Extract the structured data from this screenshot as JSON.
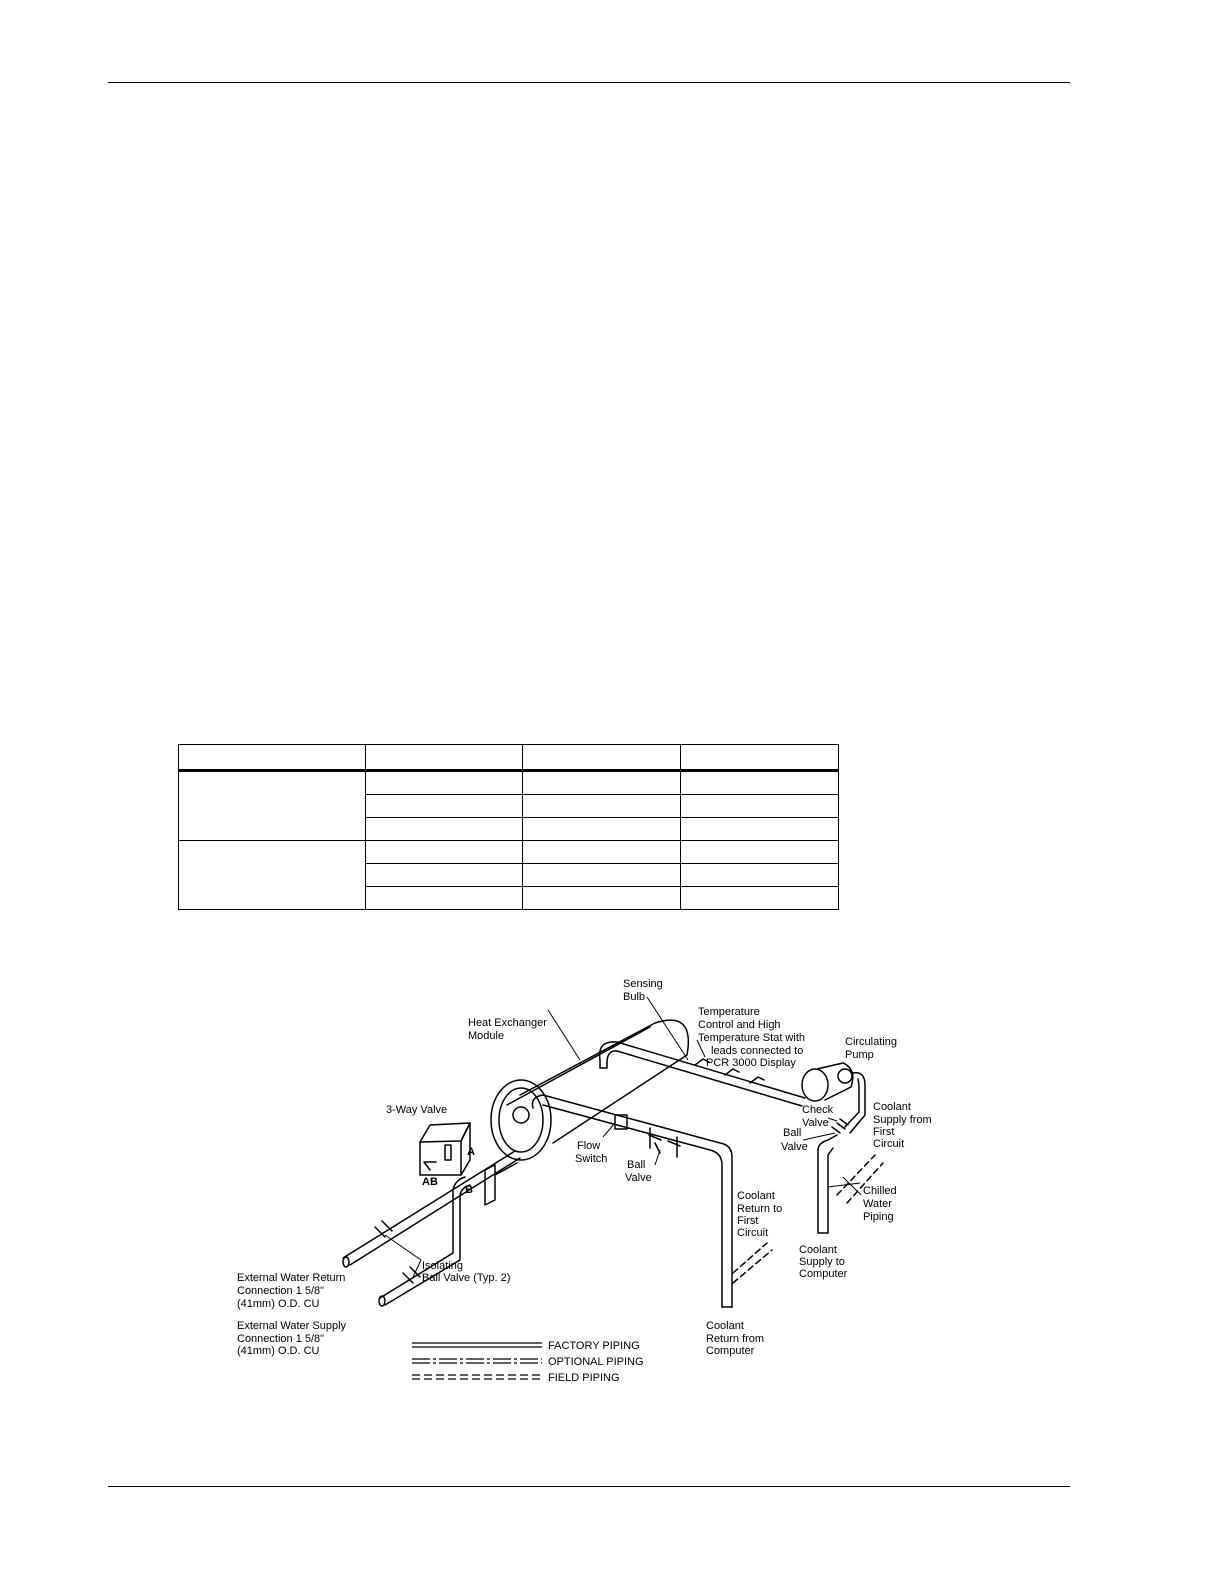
{
  "table": {
    "rows": 6,
    "cols": 4
  },
  "diagram": {
    "labels": {
      "sensing_bulb_1": "Sensing",
      "sensing_bulb_2": "Bulb",
      "temp_control_1": "Temperature",
      "temp_control_2": "Control and High",
      "temp_control_3": "Temperature Stat with",
      "temp_control_4": "leads connected to",
      "temp_control_5": "PCR 3000 Display",
      "heat_exchanger_1": "Heat Exchanger",
      "heat_exchanger_2": "Module",
      "circulating_pump_1": "Circulating",
      "circulating_pump_2": "Pump",
      "three_way_valve": "3-Way Valve",
      "port_a": "A",
      "port_ab": "AB",
      "port_b": "B",
      "flow_switch_1": "Flow",
      "flow_switch_2": "Switch",
      "ball_valve_center_1": "Ball",
      "ball_valve_center_2": "Valve",
      "check_valve_1": "Check",
      "check_valve_2": "Valve",
      "ball_valve_right_1": "Ball",
      "ball_valve_right_2": "Valve",
      "coolant_supply_first_1": "Coolant",
      "coolant_supply_first_2": "Supply from",
      "coolant_supply_first_3": "First",
      "coolant_supply_first_4": "Circuit",
      "coolant_return_first_1": "Coolant",
      "coolant_return_first_2": "Return to",
      "coolant_return_first_3": "First",
      "coolant_return_first_4": "Circuit",
      "chilled_water_1": "Chilled",
      "chilled_water_2": "Water",
      "chilled_water_3": "Piping",
      "coolant_supply_computer_1": "Coolant",
      "coolant_supply_computer_2": "Supply to",
      "coolant_supply_computer_3": "Computer",
      "isolating_1": "Isolating",
      "isolating_2": "Ball Valve (Typ. 2)",
      "ext_return_1": "External Water Return",
      "ext_return_2": "Connection 1 5/8\"",
      "ext_return_3": "(41mm) O.D. CU",
      "ext_supply_1": "External Water Supply",
      "ext_supply_2": "Connection 1 5/8\"",
      "ext_supply_3": "(41mm) O.D. CU",
      "coolant_return_computer_1": "Coolant",
      "coolant_return_computer_2": "Return from",
      "coolant_return_computer_3": "Computer"
    },
    "legend": {
      "factory": "FACTORY PIPING",
      "optional": "OPTIONAL PIPING",
      "field": "FIELD PIPING"
    }
  }
}
